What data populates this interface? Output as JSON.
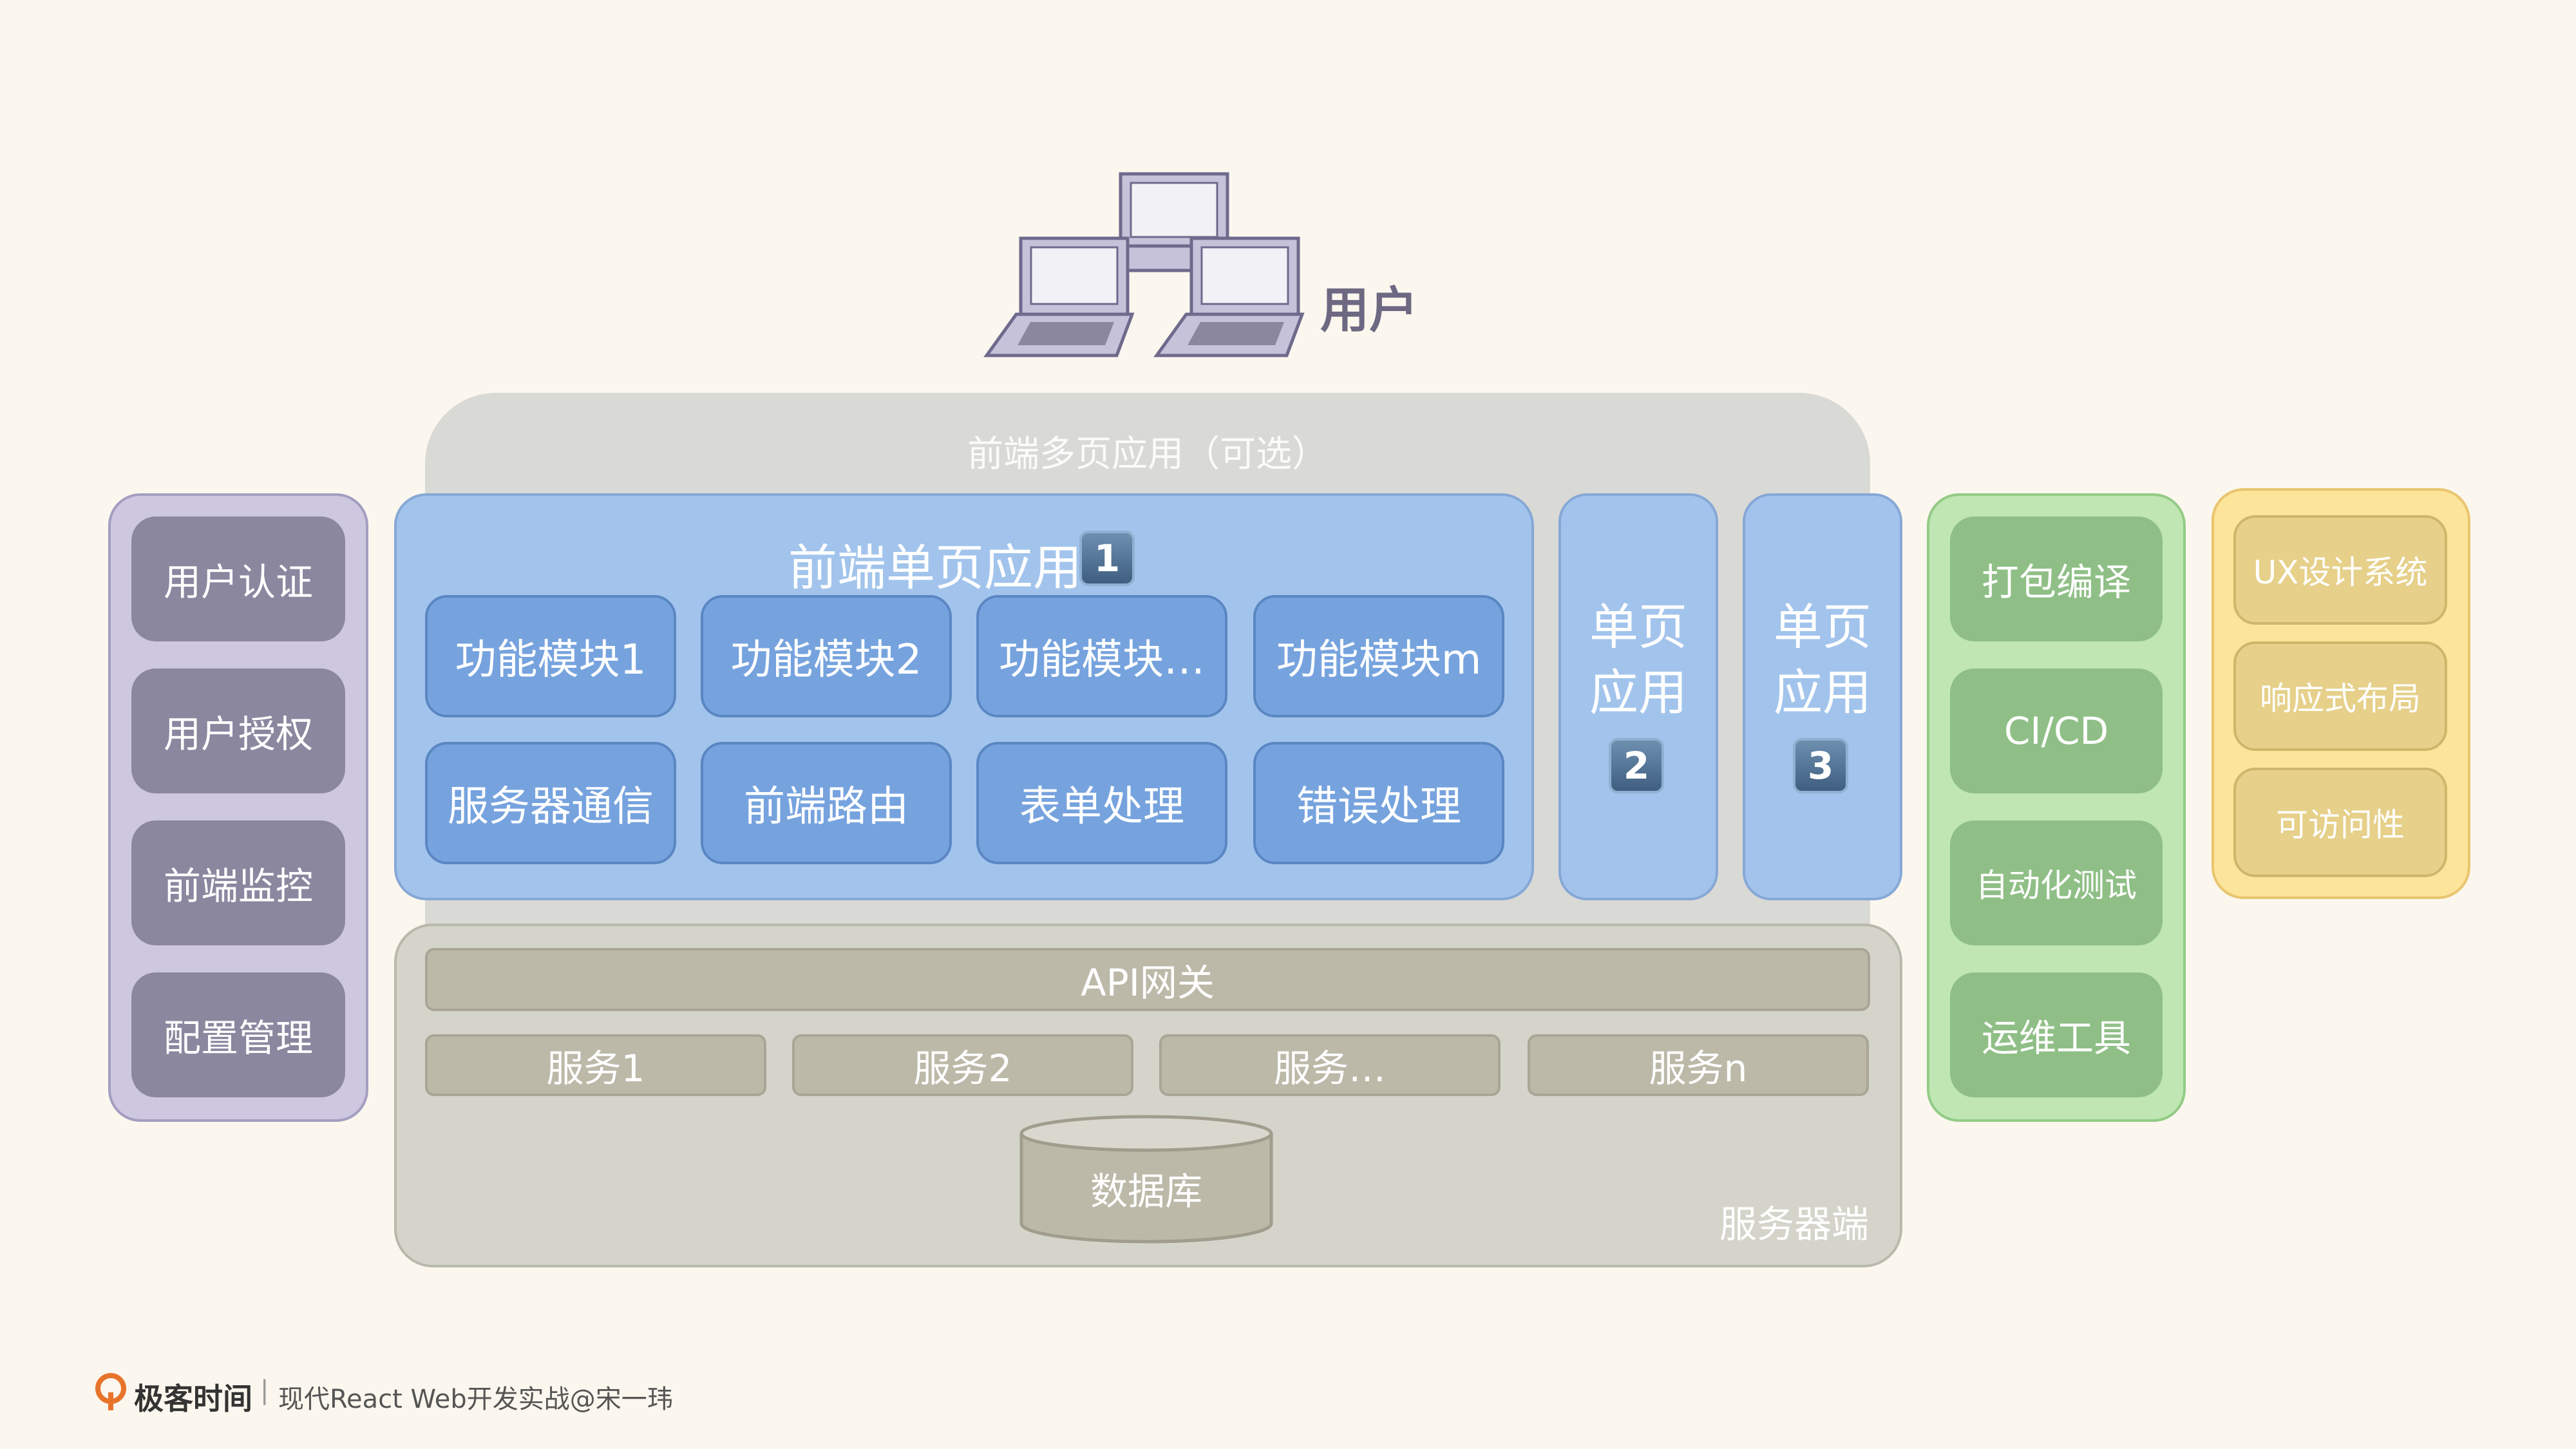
{
  "users": {
    "label": "用户"
  },
  "mpa": {
    "title": "前端多页应用（可选）"
  },
  "left_column": {
    "items": [
      "用户认证",
      "用户授权",
      "前端监控",
      "配置管理"
    ]
  },
  "spa_main": {
    "title": "前端单页应用",
    "badge": "1",
    "modules": [
      "功能模块1",
      "功能模块2",
      "功能模块…",
      "功能模块m",
      "服务器通信",
      "前端路由",
      "表单处理",
      "错误处理"
    ]
  },
  "spa_2": {
    "line1": "单页",
    "line2": "应用",
    "badge": "2"
  },
  "spa_3": {
    "line1": "单页",
    "line2": "应用",
    "badge": "3"
  },
  "server": {
    "gateway": "API网关",
    "services": [
      "服务1",
      "服务2",
      "服务…",
      "服务n"
    ],
    "database": "数据库",
    "label": "服务器端"
  },
  "green_column": {
    "items": [
      "打包编译",
      "CI/CD",
      "自动化测试",
      "运维工具"
    ]
  },
  "yellow_column": {
    "items": [
      "UX设计系统",
      "响应式布局",
      "可访问性"
    ]
  },
  "footer": {
    "brand": "极客时间",
    "separator": "|",
    "text": "现代React Web开发实战@宋一玮"
  },
  "colors": {
    "background": "#fbf7ee",
    "spa_blue": "#a2c4ec",
    "module_blue": "#76a3de",
    "purple": "#8b879f",
    "green": "#8fbf86",
    "yellow": "#fde49b",
    "server_gray": "#d5d4cb"
  }
}
